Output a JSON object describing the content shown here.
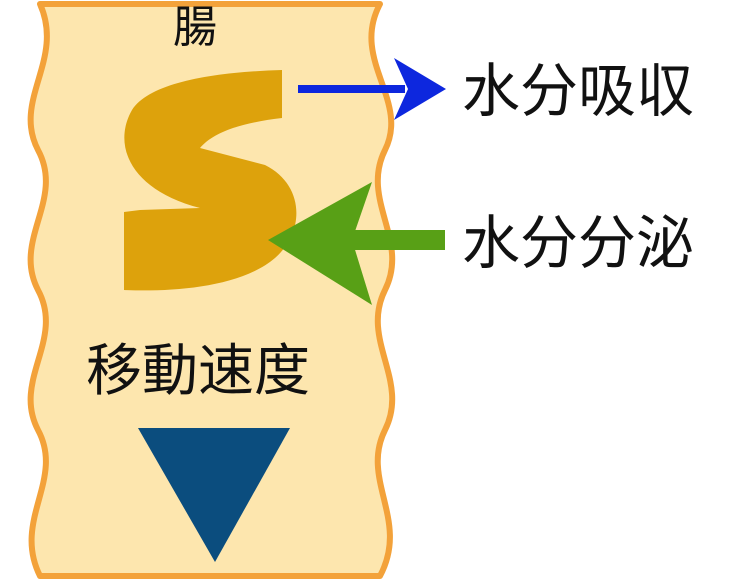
{
  "diagram": {
    "title": "腸",
    "labels": {
      "absorption": "水分吸収",
      "secretion": "水分分泌",
      "transit_speed": "移動速度"
    },
    "colors": {
      "intestine_fill": "#fde6ae",
      "intestine_outline": "#f3a23a",
      "s_shape": "#dda20c",
      "absorption_arrow": "#0d27de",
      "secretion_arrow": "#58a016",
      "speed_arrow": "#0b4d7e",
      "text": "#111111"
    }
  }
}
